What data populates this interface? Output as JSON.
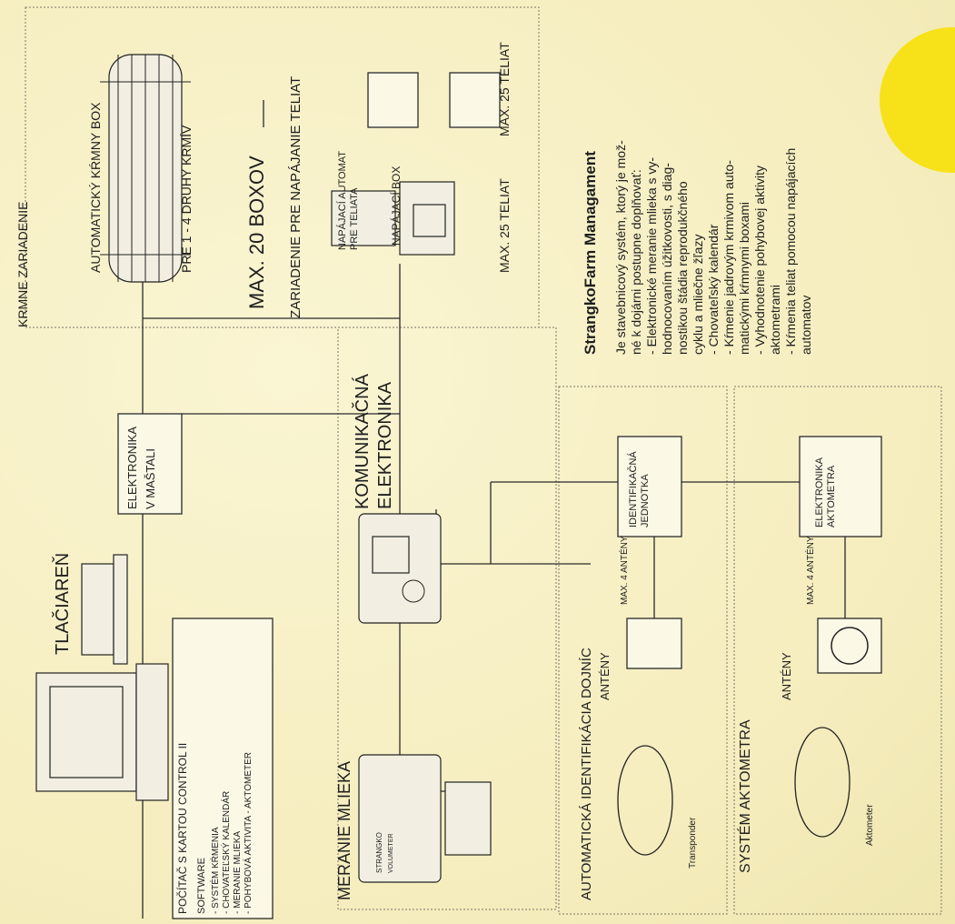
{
  "colors": {
    "paper": "#f7f1c4",
    "accent_circle": "#f7e21a",
    "ink": "#1e1e1e"
  },
  "icons": [
    "computer-icon",
    "printer-icon",
    "feeding-box-icon",
    "calf-feeder-icon",
    "controller-icon",
    "milk-meter-icon",
    "antenna-icon",
    "cow-icon"
  ],
  "labels": {
    "krmne_zariadenie": "KRMNE ZARIADENIE",
    "automaticky_box": "AUTOMATICKÝ KŔMNY BOX",
    "pre_druhy": "PRE 1 - 4 DRUHY KRMÍV",
    "max_boxov": "MAX. 20 BOXOV",
    "zariadenie_napajanie": "ZARIADENIE PRE NAPÁJANIE TELIAT",
    "napajaci_automat": "NAPÁJACÍ AUTOMAT",
    "pre_teliata": "PRE TELIATA",
    "napajaci_box": "NAPÁJACÍ BOX",
    "max_25_a": "MAX. 25 TELIAT",
    "max_25_b": "MAX. 25 TELIAT",
    "elektronika_mastali_1": "ELEKTRONIKA",
    "elektronika_mastali_2": "V MAŠTALI",
    "tlaciaren": "TLAČIAREŇ",
    "pocitac": "POČÍTAČ S KARTOU CONTROL II",
    "software_title": "SOFTWARE",
    "software_items": [
      "- SYSTÉM KŔMENIA",
      "- CHOVATEĽSKÝ KALENDÁR",
      "- MERANIE MLIEKA",
      "- POHYBOVÁ AKTIVITA - AKTOMETER"
    ],
    "komunikacna_1": "KOMUNIKAČNÁ",
    "komunikacna_2": "ELEKTRONIKA",
    "meranie_mlieka": "MERANIE MLIEKA",
    "automaticka_identifikacia": "AUTOMATICKÁ IDENTIFIKÁCIA DOJNÍC",
    "anteny_a": "ANTÉNY",
    "max4_a": "MAX. 4 ANTÉNY",
    "identifikacna_1": "IDENTIFIKAČNÁ",
    "identifikacna_2": "JEDNOTKA",
    "transponder": "Transponder",
    "system_aktometra": "SYSTÉM AKTOMETRA",
    "anteny_b": "ANTÉNY",
    "max4_b": "MAX. 4 ANTÉNY",
    "elektronika_akt_1": "ELEKTRONIKA",
    "elektronika_akt_2": "AKTOMETRA",
    "aktometer": "Aktometer",
    "device_brand": "STRANGKO",
    "device_sub": "VOLUMETER"
  },
  "description": {
    "title": "StrangkoFarm Managament",
    "intro": [
      "Je stavebnicový systém, ktorý je mož-",
      "né k dojárni postupne doplňovať:"
    ],
    "items": [
      [
        "- Elektronické meranie mlieka s vy-",
        "  hodnocovaním úžitkovosti, s diag-",
        "  nostikou štádia reprodukčného",
        "  cyklu a mliečne žľazy"
      ],
      [
        "- Chovateľský kalendár"
      ],
      [
        "- Kŕmenie jadrovým krmivom auto-",
        "  matickými kŕmnymi boxami"
      ],
      [
        "- Vyhodnotenie pohybovej aktivity",
        "  aktometrami"
      ],
      [
        "- Kŕmenia teliat pomocou napájacích",
        "  automatov"
      ]
    ]
  }
}
